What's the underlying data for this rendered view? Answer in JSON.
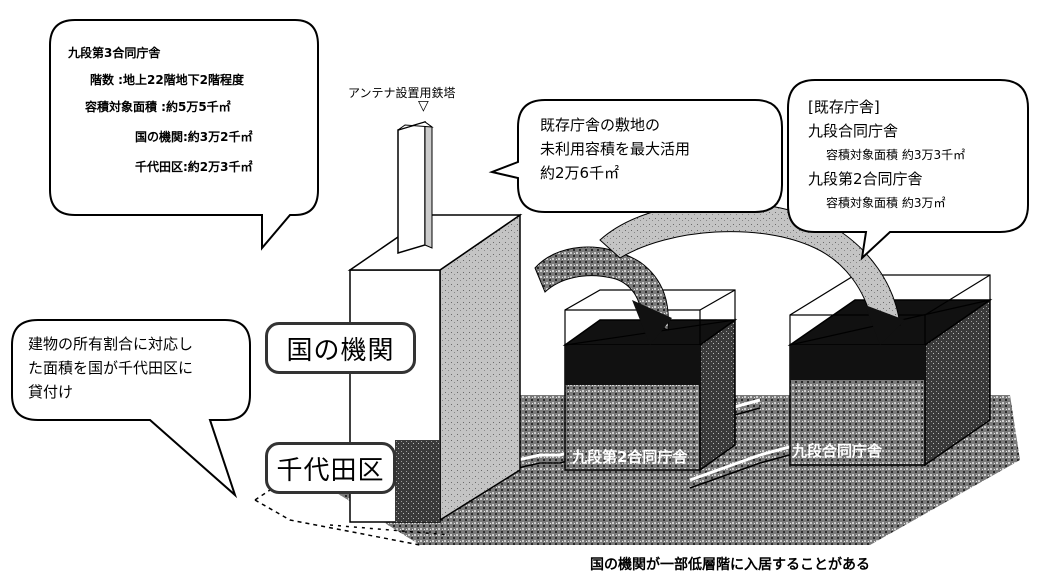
{
  "callout_building3": {
    "title": "九段第3合同庁舎",
    "floors": "階数 :地上22階地下2階程度",
    "floor_area": "容積対象面積 :約5万5千㎡",
    "national": "国の機関:約3万2千㎡",
    "chiyoda": "千代田区:約2万3千㎡"
  },
  "antenna_label": "アンテナ設置用鉄塔",
  "antenna_marker": "▽",
  "callout_unused": {
    "line1": "既存庁舎の敷地の",
    "line2": "未利用容積を最大活用",
    "line3": "約2万6千㎡"
  },
  "callout_existing": {
    "heading": "[既存庁舎]",
    "building1": "九段合同庁舎",
    "building1_area": "容積対象面積 約3万3千㎡",
    "building2": "九段第2合同庁舎",
    "building2_area": "容積対象面積 約3万㎡"
  },
  "callout_lease": {
    "line1": "建物の所有割合に対応し",
    "line2": "た面積を国が千代田区に",
    "line3": "貸付け"
  },
  "label_national": "国の機関",
  "label_chiyoda": "千代田区",
  "building2_name": "九段第2合同庁舎",
  "building1_name": "九段合同庁舎",
  "footnote": "国の機関が一部低層階に入居することがある"
}
